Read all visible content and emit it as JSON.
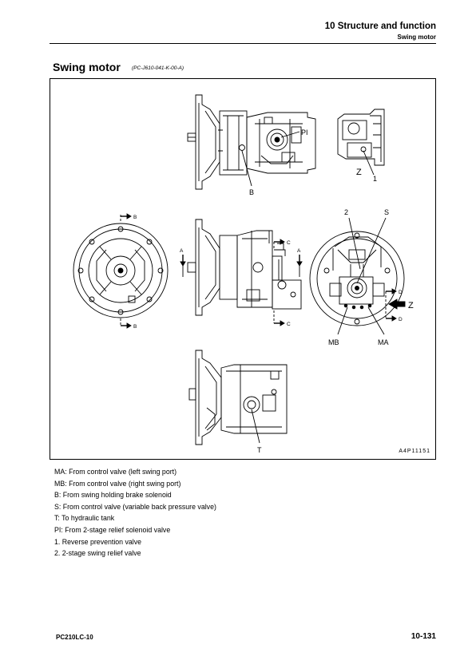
{
  "header": {
    "chapter": "10 Structure and function",
    "section": "Swing motor"
  },
  "title": {
    "main": "Swing motor",
    "code": "(PC-J610-041-K-00-A)"
  },
  "figure": {
    "code": "A4P11151",
    "labels": {
      "pi": "PI",
      "b": "B",
      "z": "Z",
      "one": "1",
      "two": "2",
      "s": "S",
      "mb": "MB",
      "ma": "MA",
      "t": "T",
      "sec_a": "A",
      "sec_b": "B",
      "sec_c": "C",
      "sec_d": "D"
    }
  },
  "legend": [
    "MA: From control valve (left swing port)",
    "MB: From control valve (right swing port)",
    "B: From swing holding brake solenoid",
    "S: From control valve (variable back pressure valve)",
    "T: To hydraulic tank",
    "PI: From 2-stage relief solenoid valve",
    "1. Reverse prevention valve",
    "2. 2-stage swing relief valve"
  ],
  "footer": {
    "model": "PC210LC-10",
    "page": "10-131"
  }
}
